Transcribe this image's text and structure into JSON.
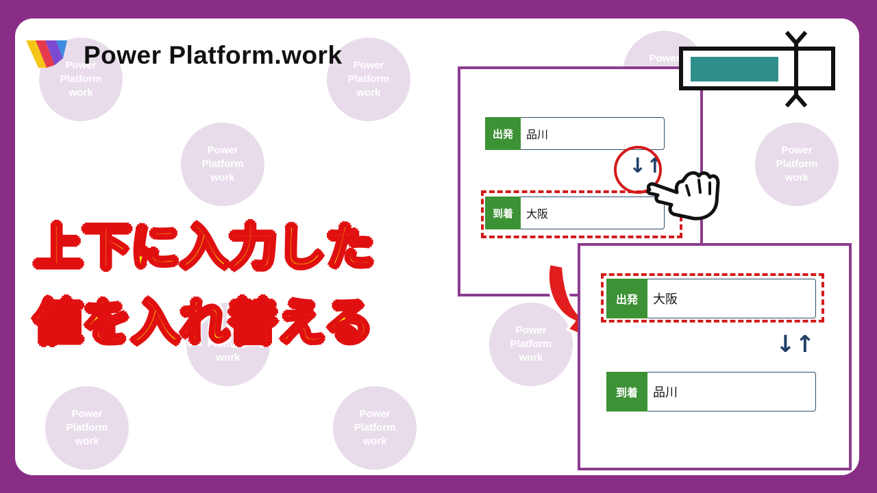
{
  "brand": {
    "name": "Power Platform.work",
    "watermark": "Power\nPlatform\nwork"
  },
  "headline": {
    "line1": "上下に入力した",
    "line2": "値を入れ替える"
  },
  "before": {
    "departure": {
      "label": "出発",
      "value": "品川"
    },
    "arrival": {
      "label": "到着",
      "value": "大阪"
    },
    "swap_icon": "↓↑"
  },
  "after": {
    "departure": {
      "label": "出発",
      "value": "大阪"
    },
    "arrival": {
      "label": "到着",
      "value": "品川"
    },
    "swap_icon": "↓↑"
  },
  "icons": [
    "logo-icon",
    "pointing-hand-icon",
    "swap-arrows-icon",
    "down-arrow-icon",
    "slider-icon"
  ],
  "colors": {
    "frame": "#8a2d87",
    "label_green": "#3d9236",
    "highlight_red": "#d41a1a",
    "headline_yellow": "#ffee00",
    "slider_fill": "#2e8f8b"
  }
}
